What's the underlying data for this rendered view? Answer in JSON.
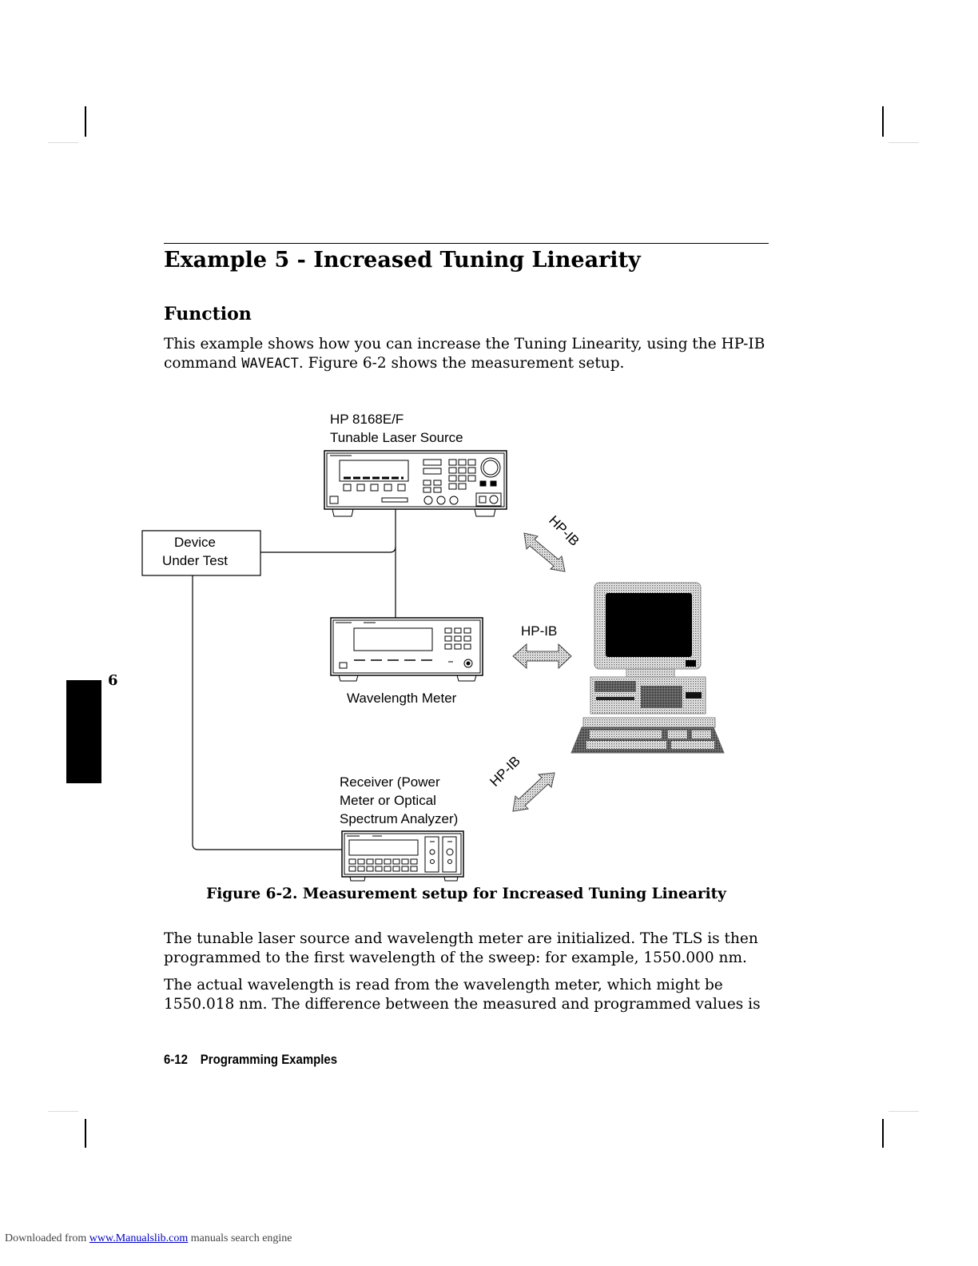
{
  "section": {
    "title": "Example 5 - Increased Tuning Linearity",
    "subtitle": "Function"
  },
  "intro": {
    "text_before": "This example shows how you can increase the Tuning Linearity, using the HP-IB command ",
    "command": "WAVEACT",
    "text_after": ". Figure 6-2 shows the measurement setup."
  },
  "diagram": {
    "tls_label_1": "HP 8168E/F",
    "tls_label_2": "Tunable Laser Source",
    "dut_label_1": "Device",
    "dut_label_2": "Under Test",
    "wavemeter_label": "Wavelength Meter",
    "receiver_label_1": "Receiver (Power",
    "receiver_label_2": "Meter or Optical",
    "receiver_label_3": "Spectrum Analyzer)",
    "hpib_top": "HP-IB",
    "hpib_middle": "HP-IB",
    "hpib_bottom": "HP-IB"
  },
  "caption": "Figure 6-2. Measurement setup for Increased Tuning Linearity",
  "body": {
    "paragraph_1": "The tunable laser source and wavelength meter are initialized. The TLS is then programmed to the first wavelength of the sweep: for example, 1550.000 nm.",
    "paragraph_2": "The actual wavelength is read from the wavelength meter, which might be 1550.018 nm. The difference between the measured and programmed values is"
  },
  "chapter_tab": "6",
  "footer": {
    "page_number": "6-12",
    "chapter_title": "Programming Examples"
  },
  "download_note": {
    "prefix": "Downloaded from ",
    "link": "www.Manualslib.com",
    "suffix": " manuals search engine"
  }
}
